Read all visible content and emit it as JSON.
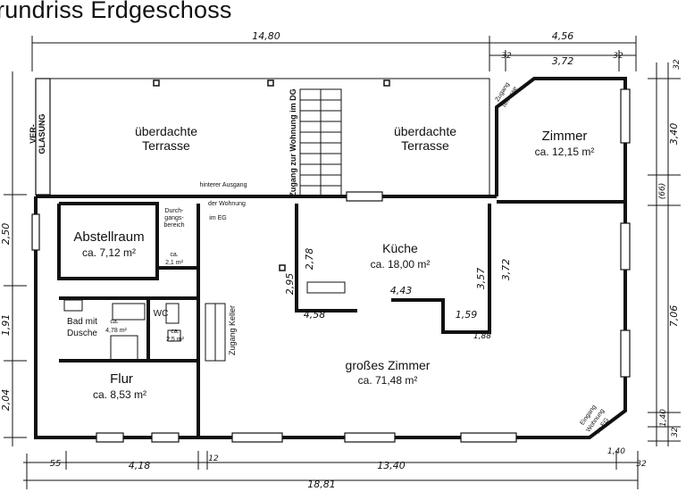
{
  "title": "rundriss Erdgeschoss",
  "rooms": {
    "terrasse": "überdachte",
    "terrasse2": "Terrasse",
    "zimmer": "Zimmer",
    "zimmer_area": "ca. 12,15 m²",
    "abstell": "Abstellraum",
    "abstell_area": "ca. 7,12 m²",
    "kueche": "Küche",
    "kueche_area": "ca. 18,00 m²",
    "gross": "großes Zimmer",
    "gross_area": "ca. 71,48 m²",
    "flur": "Flur",
    "flur_area": "ca. 8,53 m²",
    "bad1": "Bad mit",
    "bad2": "Dusche",
    "bad_area1": "ca.",
    "bad_area2": "4,78 m²",
    "wc": "WC",
    "wc_area1": "ca.",
    "wc_area2": "2,5 m²",
    "durch1": "Durch-",
    "durch2": "gangs-",
    "durch3": "bereich",
    "small_area1": "ca.",
    "small_area2": "2,1 m²"
  },
  "labels": {
    "verglasung1": "VER-",
    "verglasung2": "GLASUNG",
    "stair": "Zugang zur Wohnung im DG",
    "hinterer1": "hinterer Ausgang",
    "hinterer2": "der Wohnung",
    "hinterer3": "im EG",
    "keller": "Zugang Keller",
    "zugang1": "Zugang",
    "zugang2": "Terrasse",
    "eingang1": "Eingang",
    "eingang2": "Wohnung",
    "eingang3": "im EG"
  },
  "dims": {
    "top_total": "14,80",
    "top_right": "4,56",
    "top_32a": "32",
    "top_372": "3,72",
    "top_32b": "32",
    "bot_55": "55",
    "bot_418": "4,18",
    "bot_12": "12",
    "bot_1340": "13,40",
    "bot_32": "32",
    "bot_1881": "18,81",
    "bot_140": "1,40",
    "left_250": "2,50",
    "left_191": "1,91",
    "left_204": "2,04",
    "right_32a": "32",
    "right_340": "3,40",
    "right_66": "(66)",
    "right_706": "7,06",
    "right_140": "1,40",
    "right_32b": "32",
    "k_278": "2,78",
    "k_295": "2,95",
    "k_458": "4,58",
    "k_443": "4,43",
    "k_357": "3,57",
    "k_372": "3,72",
    "k_159": "1,59",
    "k_188": "1,88"
  }
}
